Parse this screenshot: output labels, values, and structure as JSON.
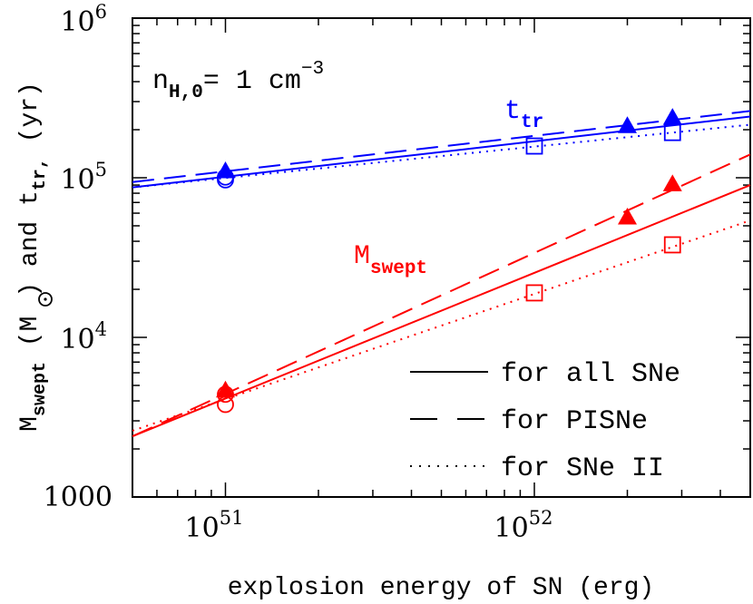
{
  "chart_data": {
    "type": "line",
    "x_scale": "log",
    "y_scale": "log",
    "xlim": [
      5e+50,
      5e+52
    ],
    "ylim": [
      1000,
      1000000
    ],
    "grid": false,
    "legend_placement": "bottom-right",
    "xlabel": "explosion energy of SN (erg)",
    "ylabel": {
      "m_base": "M",
      "m_sub": "swept",
      "sun_open": " (M",
      "sun_close": ")",
      "and": " and t",
      "t_sub": "tr,",
      "unit": " (yr)"
    },
    "annotation": {
      "base": "n",
      "sub": "H,0",
      "mid": "= 1 cm",
      "sup": "−3"
    },
    "series_labels": {
      "t_tr": {
        "base": "t",
        "sub": "tr",
        "color": "#0000ff"
      },
      "m_swept": {
        "base": "M",
        "sub": "swept",
        "color": "#ff0000"
      }
    },
    "x_ticks": [
      {
        "value": 1e+51,
        "base": "10",
        "exp": "51"
      },
      {
        "value": 1e+52,
        "base": "10",
        "exp": "52"
      }
    ],
    "y_ticks": [
      {
        "value": 1000,
        "base": "1000",
        "exp": ""
      },
      {
        "value": 10000,
        "base": "10",
        "exp": "4"
      },
      {
        "value": 100000,
        "base": "10",
        "exp": "5"
      },
      {
        "value": 1000000,
        "base": "10",
        "exp": "6"
      }
    ],
    "legend": [
      {
        "style": "solid",
        "label": "for all SNe"
      },
      {
        "style": "dashed",
        "label": "for PISNe"
      },
      {
        "style": "dotted",
        "label": "for SNe II"
      }
    ],
    "lines": [
      {
        "group": "t_tr",
        "style": "solid",
        "color": "#0000ff",
        "x": [
          5e+50,
          5e+52
        ],
        "y": [
          87000,
          242000
        ]
      },
      {
        "group": "t_tr",
        "style": "dashed",
        "color": "#0000ff",
        "x": [
          5e+50,
          5e+52
        ],
        "y": [
          94000,
          262000
        ]
      },
      {
        "group": "t_tr",
        "style": "dotted",
        "color": "#0000ff",
        "x": [
          5e+50,
          5e+52
        ],
        "y": [
          87000,
          215000
        ]
      },
      {
        "group": "m_swept",
        "style": "solid",
        "color": "#ff0000",
        "x": [
          5e+50,
          5e+52
        ],
        "y": [
          2400,
          90000
        ]
      },
      {
        "group": "m_swept",
        "style": "dashed",
        "color": "#ff0000",
        "x": [
          5e+50,
          5e+52
        ],
        "y": [
          2400,
          140000
        ]
      },
      {
        "group": "m_swept",
        "style": "dotted",
        "color": "#ff0000",
        "x": [
          5e+50,
          5e+52
        ],
        "y": [
          2600,
          54000
        ]
      }
    ],
    "points": [
      {
        "group": "t_tr",
        "marker": "filled-triangle",
        "color": "#0000ff",
        "x": 1e+51,
        "y": 111000
      },
      {
        "group": "t_tr",
        "marker": "open-circle",
        "color": "#0000ff",
        "x": 1e+51,
        "y": 97000
      },
      {
        "group": "t_tr",
        "marker": "open-circle",
        "color": "#0000ff",
        "x": 1e+51,
        "y": 101000
      },
      {
        "group": "t_tr",
        "marker": "open-square",
        "color": "#0000ff",
        "x": 1e+52,
        "y": 158000
      },
      {
        "group": "t_tr",
        "marker": "filled-triangle",
        "color": "#0000ff",
        "x": 2e+52,
        "y": 213000
      },
      {
        "group": "t_tr",
        "marker": "filled-triangle",
        "color": "#0000ff",
        "x": 2.8e+52,
        "y": 240000
      },
      {
        "group": "t_tr",
        "marker": "open-square",
        "color": "#0000ff",
        "x": 2.8e+52,
        "y": 192000
      },
      {
        "group": "m_swept",
        "marker": "filled-triangle",
        "color": "#ff0000",
        "x": 1e+51,
        "y": 4700
      },
      {
        "group": "m_swept",
        "marker": "open-circle",
        "color": "#ff0000",
        "x": 1e+51,
        "y": 4400
      },
      {
        "group": "m_swept",
        "marker": "open-circle",
        "color": "#ff0000",
        "x": 1e+51,
        "y": 3800
      },
      {
        "group": "m_swept",
        "marker": "open-square",
        "color": "#ff0000",
        "x": 1e+52,
        "y": 19000
      },
      {
        "group": "m_swept",
        "marker": "filled-triangle",
        "color": "#ff0000",
        "x": 2e+52,
        "y": 57000
      },
      {
        "group": "m_swept",
        "marker": "filled-triangle",
        "color": "#ff0000",
        "x": 2.8e+52,
        "y": 92000
      },
      {
        "group": "m_swept",
        "marker": "open-square",
        "color": "#ff0000",
        "x": 2.8e+52,
        "y": 38000
      }
    ]
  }
}
